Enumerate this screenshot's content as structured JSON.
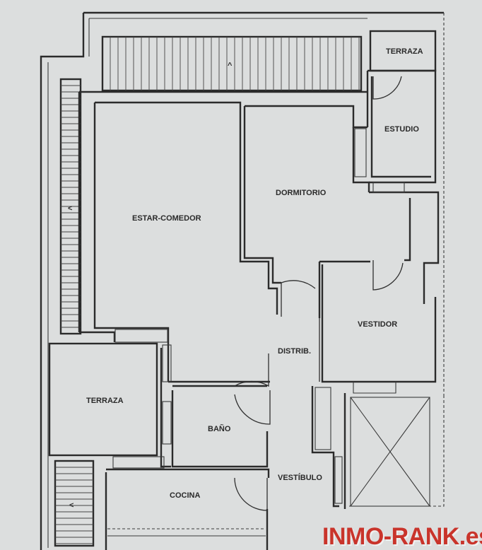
{
  "rooms": {
    "terraza_top": "TERRAZA",
    "estudio": "ESTUDIO",
    "dormitorio": "DORMITORIO",
    "estar_comedor": "ESTAR-COMEDOR",
    "vestidor": "VESTIDOR",
    "distrib": "DISTRIB.",
    "terraza_left": "TERRAZA",
    "bano": "BAÑO",
    "vestibulo": "VESTÍBULO",
    "cocina": "COCINA"
  },
  "watermark": "INMO-RANK.es"
}
